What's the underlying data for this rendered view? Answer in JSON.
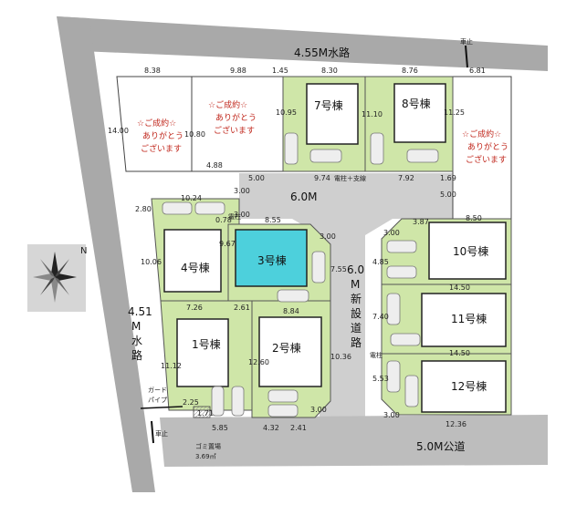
{
  "roads": {
    "north_waterway": "4.55M水路",
    "west_waterway_1": "4.51",
    "west_waterway_2": "M",
    "west_waterway_3": "水",
    "west_waterway_4": "路",
    "center_road": "6.0M",
    "new_road_1": "6.0",
    "new_road_2": "M",
    "new_road_3": "新",
    "new_road_4": "設",
    "new_road_5": "道",
    "new_road_6": "路",
    "south_road": "5.0M公道"
  },
  "markers": {
    "car_stop_north": "車止",
    "car_stop_south": "車止",
    "guard_pipe_1": "ガード",
    "guard_pipe_2": "パイプ",
    "garbage_1": "ゴミ置場",
    "garbage_2": "3.69㎡",
    "pole_main": "電柱＋支線",
    "pole_east": "電柱",
    "pole_west": "電柱"
  },
  "sold_text": {
    "line1": "☆ご成約☆",
    "line2": "ありがとう",
    "line3": "ございます"
  },
  "buildings": {
    "b1": "1号棟",
    "b2": "2号棟",
    "b3": "3号棟",
    "b4": "4号棟",
    "b7": "7号棟",
    "b8": "8号棟",
    "b10": "10号棟",
    "b11": "11号棟",
    "b12": "12号棟"
  },
  "dimensions": {
    "d838": "8.38",
    "d988": "9.88",
    "d145": "1.45",
    "d830": "8.30",
    "d876": "8.76",
    "d681": "6.81",
    "d1400": "14.00",
    "d1080": "10.80",
    "d1095": "10.95",
    "d1110": "11.10",
    "d1125": "11.25",
    "d488": "4.88",
    "d974": "9.74",
    "d792": "7.92",
    "d169": "1.69",
    "d500a": "5.00",
    "d300a": "3.00",
    "d300b": "3.00",
    "d500b": "5.00",
    "d280": "2.80",
    "d1024": "10.24",
    "d078": "0.78",
    "d967": "9.67",
    "d855": "8.55",
    "d300c": "3.00",
    "d755": "7.55",
    "d387": "3.87",
    "d300d": "3.00",
    "d850": "8.50",
    "d1006": "10.06",
    "d485": "4.85",
    "d726": "7.26",
    "d261": "2.61",
    "d884": "8.84",
    "d1450a": "14.50",
    "d740": "7.40",
    "d1112": "11.12",
    "d1260": "12.60",
    "d1036": "10.36",
    "d1450b": "14.50",
    "d553": "5.53",
    "d225": "2.25",
    "d171": "1.71",
    "d300e": "3.00",
    "d300f": "3.00",
    "d1236": "12.36",
    "d585": "5.85",
    "d432": "4.32",
    "d241": "2.41"
  },
  "compass_label": "N",
  "colors": {
    "road_gray": "#c9c9c9",
    "waterway_gray": "#a8a8a8",
    "lot_green": "#cfe6a8",
    "building_cyan": "#4dd0dc",
    "sold_red": "#c0261b"
  }
}
